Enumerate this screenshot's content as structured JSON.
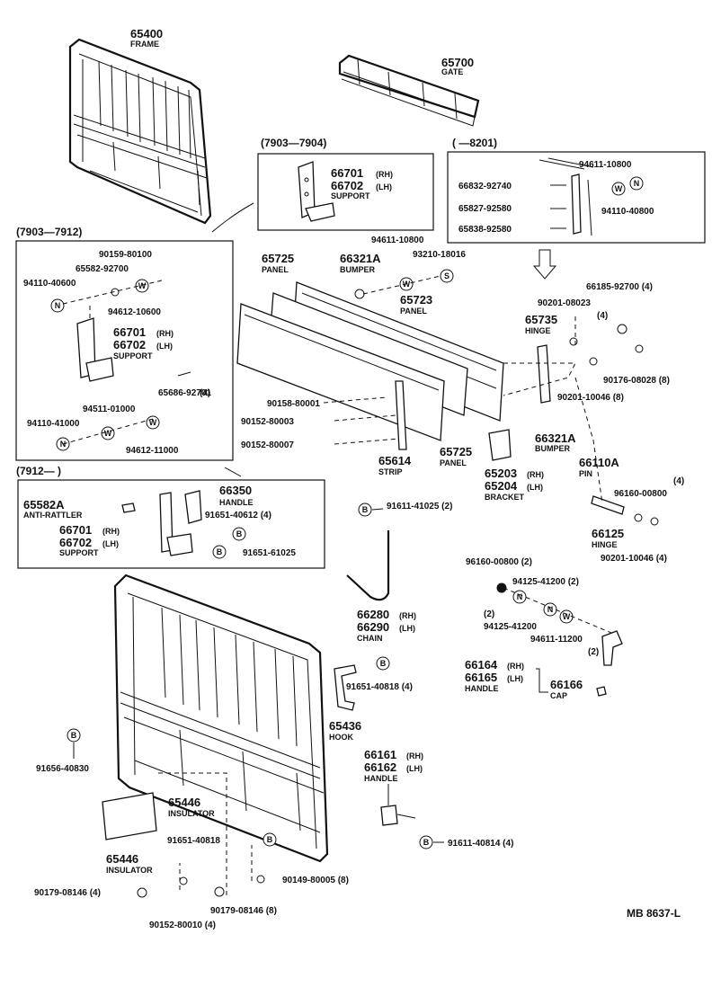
{
  "frame_top": {
    "num": "65400",
    "name": "FRAME"
  },
  "gate": {
    "num": "65700",
    "name": "GATE"
  },
  "box_7903_7904": {
    "title": "(7903—7904)",
    "p1": "66701",
    "p1s": "(RH)",
    "p2": "66702",
    "p2s": "(LH)",
    "name": "SUPPORT"
  },
  "box_8201": {
    "title": "(        —8201)",
    "a": "94611-10800",
    "b": "66832-92740",
    "c": "65827-92580",
    "d": "65838-92580",
    "e": "94110-40800"
  },
  "box_7903_7912": {
    "title": "(7903—7912)",
    "a": "90159-80100",
    "b": "65582-92700",
    "c": "94110-40600",
    "d": "94612-10600",
    "e": "66701",
    "es": "(RH)",
    "f": "66702",
    "fs": "(LH)",
    "name": "SUPPORT",
    "g": "65686-92701",
    "gq": "(4)",
    "h": "94511-01000",
    "i": "94110-41000",
    "j": "94612-11000"
  },
  "box_7912": {
    "title": "(7912—        )",
    "a": "65582A",
    "aname": "ANTI-RATTLER",
    "b": "66701",
    "bs": "(RH)",
    "c": "66702",
    "cs": "(LH)",
    "name": "SUPPORT",
    "d": "66350",
    "dname": "HANDLE",
    "e": "91651-40612 (4)",
    "f": "91651-61025"
  },
  "mid": {
    "panel1": "65725",
    "panel1n": "PANEL",
    "bumper1": "66321A",
    "bumper1n": "BUMPER",
    "p94611": "94611-10800",
    "p93210": "93210-18016",
    "panel2": "65723",
    "panel2n": "PANEL",
    "f1": "90158-80001",
    "f2": "90152-80003",
    "f3": "90152-80007",
    "strip": "65614",
    "stripn": "STRIP",
    "panel3": "65725",
    "panel3n": "PANEL"
  },
  "right": {
    "h1": "66185-92700 (4)",
    "h2": "90201-08023",
    "h2q": "(4)",
    "hinge": "65735",
    "hingen": "HINGE",
    "h3": "90176-08028 (8)",
    "h4": "90201-10046 (8)",
    "bumper": "66321A",
    "bumpern": "BUMPER",
    "br1": "65203",
    "br1s": "(RH)",
    "br2": "65204",
    "br2s": "(LH)",
    "brn": "BRACKET",
    "pin": "66110A",
    "pinn": "PIN",
    "h5q": "(4)",
    "h5": "96160-00800",
    "hinge2": "66125",
    "hinge2n": "HINGE",
    "h6": "90201-10046 (4)",
    "h7": "96160-00800 (2)",
    "h8": "94125-41200 (2)",
    "h9q": "(2)",
    "h9": "94125-41200",
    "h10": "94611-11200",
    "h10q": "(2)",
    "hd1": "66164",
    "hd1s": "(RH)",
    "hd2": "66165",
    "hd2s": "(LH)",
    "hdn": "HANDLE",
    "cap": "66166",
    "capn": "CAP"
  },
  "chain": {
    "bolt": "91611-41025 (2)",
    "c1": "66280",
    "c1s": "(RH)",
    "c2": "66290",
    "c2s": "(LH)",
    "name": "CHAIN"
  },
  "lower": {
    "hookbolt": "91651-40818 (4)",
    "hook": "65436",
    "hookn": "HOOK",
    "b91656": "91656-40830",
    "hd1": "66161",
    "hd1s": "(RH)",
    "hd2": "66162",
    "hd2s": "(LH)",
    "hdn": "HANDLE",
    "ins1": "65446",
    "ins1n": "INSULATOR",
    "ins2": "65446",
    "ins2n": "INSULATOR",
    "b91651": "91651-40818",
    "b91611": "91611-40814 (4)",
    "n1": "90179-08146 (4)",
    "n2": "90149-80005 (8)",
    "n3": "90179-08146 (8)",
    "n4": "90152-80010 (4)"
  },
  "footer": {
    "ref": "MB  8637-L"
  },
  "symbols": {
    "washer": "W",
    "nut": "N",
    "bolt": "B",
    "spring": "S"
  }
}
